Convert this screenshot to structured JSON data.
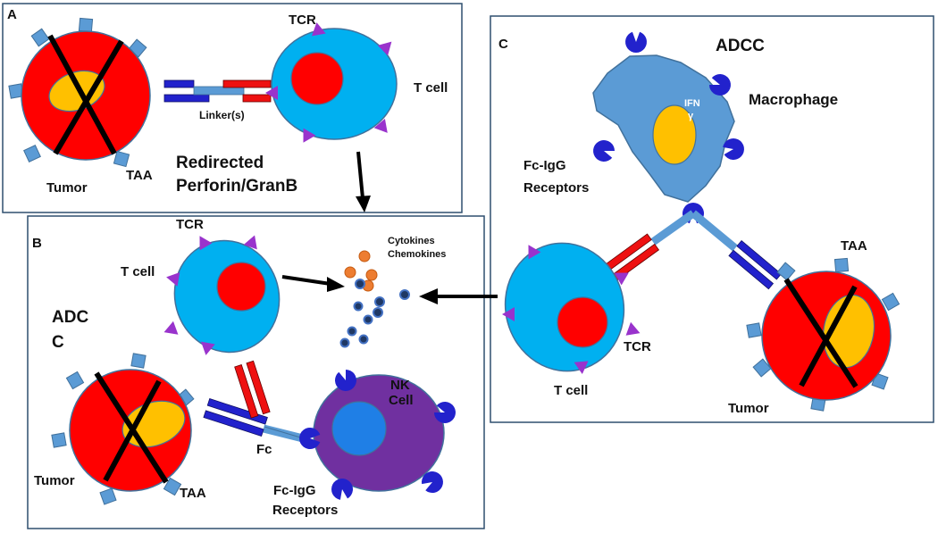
{
  "panels": {
    "a": {
      "letter": "A",
      "tumor_label": "Tumor",
      "taa_label": "TAA",
      "tcr_label": "TCR",
      "tcell_label": "T cell",
      "linker_label": "Linker(s)",
      "mechanism_line1": "Redirected",
      "mechanism_line2": "Perforin/GranB"
    },
    "b": {
      "letter": "B",
      "tcr_label": "TCR",
      "tcell_label": "T cell",
      "cytokines_label": "Cytokines",
      "chemokines_label": "Chemokines",
      "adcc_line1": "ADC",
      "adcc_line2": "C",
      "tumor_label": "Tumor",
      "taa_label": "TAA",
      "fc_label": "Fc",
      "nk_line1": "NK",
      "nk_line2": "Cell",
      "receptor_line1": "Fc-IgG",
      "receptor_line2": "Receptors"
    },
    "c": {
      "letter": "C",
      "title": "ADCC",
      "macrophage_label": "Macrophage",
      "ifn_label": "IFN",
      "gamma_label": "γ",
      "receptor_line1": "Fc-IgG",
      "receptor_line2": "Receptors",
      "taa_label": "TAA",
      "tcr_label": "TCR",
      "tcell_label": "T cell",
      "tumor_label": "Tumor"
    }
  },
  "colors": {
    "tumor_red": "#ff0000",
    "nucleus_orange": "#ffc000",
    "tcell_blue": "#00b0f0",
    "tcr_purple": "#9933cc",
    "receptor_navy": "#2222cc",
    "taa_steel": "#5b9bd5",
    "nk_purple": "#7030a0",
    "nk_nucleus": "#1f7fe6",
    "macrophage_blue": "#5b9bd5",
    "cytokine_orange": "#ed7d31",
    "chemokine_navy": "#1f3864",
    "border_slate": "#2f4f6f"
  }
}
